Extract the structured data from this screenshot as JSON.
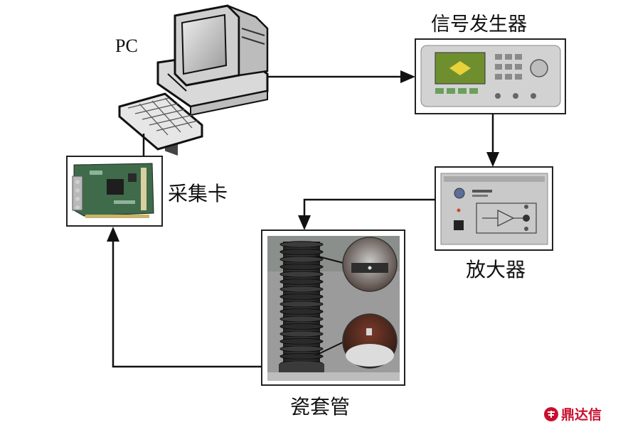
{
  "labels": {
    "pc": "PC",
    "signal_generator": "信号发生器",
    "acquisition_card": "采集卡",
    "amplifier": "放大器",
    "bushing": "瓷套管"
  },
  "watermark": {
    "text": "鼎达信"
  },
  "colors": {
    "line": "#111111",
    "frame": "#333333",
    "watermark": "#c8102e"
  },
  "connections": [
    {
      "from": "pc",
      "to": "signal_generator",
      "arrow": true
    },
    {
      "from": "signal_generator",
      "to": "amplifier",
      "arrow": true
    },
    {
      "from": "amplifier",
      "to": "bushing",
      "arrow": true
    },
    {
      "from": "bushing",
      "to": "acquisition_card",
      "arrow": true
    },
    {
      "from": "acquisition_card",
      "to": "pc",
      "arrow": false
    }
  ]
}
